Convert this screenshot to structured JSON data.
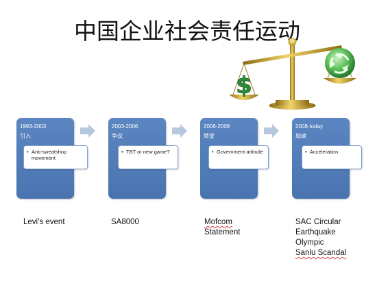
{
  "slide": {
    "title": "中国企业社会责任运动"
  },
  "stages": [
    {
      "years": "1993-2003",
      "cn_label": "引入",
      "bullet": "Anti-sweatshop movement",
      "caption": [
        "Levi’s event"
      ]
    },
    {
      "years": "2003-2006",
      "cn_label": "争议",
      "bullet": "TBT or new game?",
      "caption": [
        "SA8000"
      ]
    },
    {
      "years": "2006-2008",
      "cn_label": "转变",
      "bullet": "Government attitude",
      "caption": [
        "Mofcom",
        "Statement"
      ]
    },
    {
      "years": "2008-today",
      "cn_label": "加速",
      "bullet": "Acceleration",
      "caption": [
        "SAC Circular",
        "Earthquake",
        "Olympic",
        "Sanlu Scandal"
      ]
    }
  ],
  "icons": {
    "bullet": "•",
    "dollar": "$",
    "arrow": "chevron-right-icon",
    "scale": "balance-scale-icon",
    "globe": "recycle-globe-icon"
  },
  "colors": {
    "stage_fill": "#4a74b0",
    "arrow_fill": "#b7c7de",
    "gold": "#c9a227",
    "dollar_green": "#2e8b3a",
    "globe_green": "#3fa34d"
  }
}
